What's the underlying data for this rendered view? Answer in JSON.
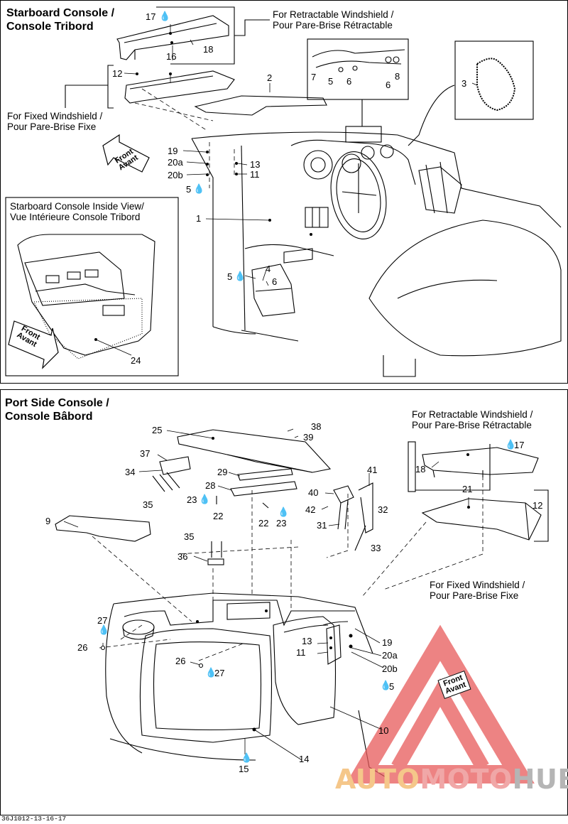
{
  "top": {
    "title": "Starboard Console /\nConsole Tribord",
    "notes": {
      "retractable": "For Retractable Windshield /\nPour Pare-Brise Rétractable",
      "fixed": "For Fixed Windshield /\nPour Pare-Brise Fixe",
      "inside_view": "Starboard Console Inside View/\nVue Intérieure Console Tribord"
    },
    "labels": {
      "p17": "17",
      "p16": "16",
      "p18": "18",
      "p12": "12",
      "p2": "2",
      "p3": "3",
      "p7": "7",
      "p5a": "5",
      "p6a": "6",
      "p6b": "6",
      "p8": "8",
      "p19": "19",
      "p20a": "20a",
      "p20b": "20b",
      "p5b": "5",
      "p13": "13",
      "p11": "11",
      "p1": "1",
      "p4": "4",
      "p5c": "5",
      "p6c": "6",
      "p24": "24"
    }
  },
  "bottom": {
    "title": "Port Side Console /\nConsole Bâbord",
    "notes": {
      "retractable": "For Retractable Windshield /\nPour Pare-Brise Rétractable",
      "fixed": "For Fixed Windshield /\nPour Pare-Brise Fixe"
    },
    "labels": {
      "p25": "25",
      "p38": "38",
      "p39": "39",
      "p37": "37",
      "p34": "34",
      "p35a": "35",
      "p29": "29",
      "p28": "28",
      "p23a": "23",
      "p22a": "22",
      "p22b": "22",
      "p23b": "23",
      "p41": "41",
      "p40": "40",
      "p42": "42",
      "p32": "32",
      "p31": "31",
      "p33": "33",
      "p9": "9",
      "p35b": "35",
      "p36": "36",
      "p17": "17",
      "p18": "18",
      "p21": "21",
      "p12": "12",
      "p27a": "27",
      "p26a": "26",
      "p26b": "26",
      "p27b": "27",
      "p13": "13",
      "p11": "11",
      "p19": "19",
      "p20a": "20a",
      "p20b": "20b",
      "p5": "5",
      "p10": "10",
      "p14": "14",
      "p15": "15"
    }
  },
  "front_label": {
    "line1": "Front",
    "line2": "Avant"
  },
  "doc_code": "36J1012-13-16-17",
  "watermark": {
    "part1": "AUTO",
    "part2": "MOTO",
    "part3": "HUB"
  },
  "colors": {
    "watermark_red": "#e85a5a",
    "watermark_orange": "#f3b060",
    "watermark_gray": "#9a9a9a"
  }
}
